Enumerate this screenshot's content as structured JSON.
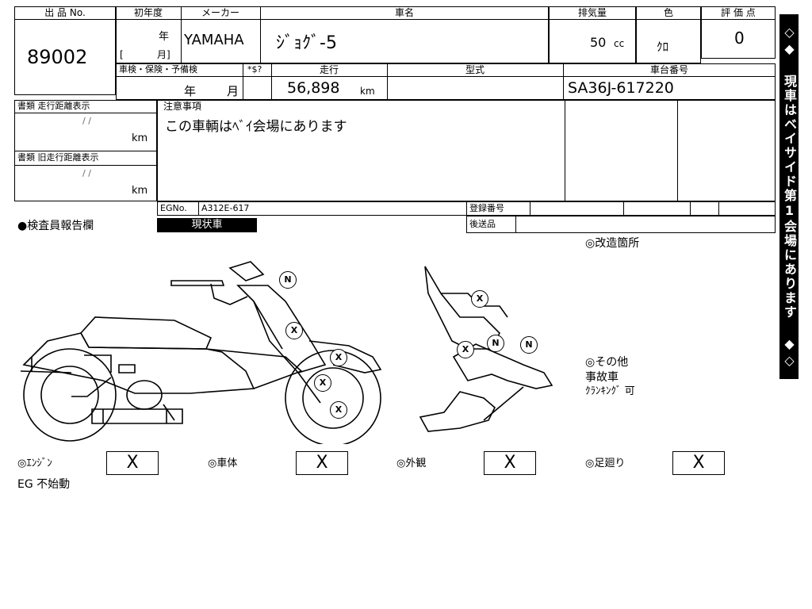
{
  "header": {
    "lot_no_label": "出 品 No.",
    "first_year_label": "初年度",
    "maker_label": "メーカー",
    "car_name_label": "車名",
    "displacement_label": "排気量",
    "color_label": "色",
    "score_label": "評 価 点",
    "inspection_label": "車検・保険・予備検",
    "price_label": "*$?",
    "mileage_label": "走行",
    "model_label": "型式",
    "chassis_label": "車台番号"
  },
  "values": {
    "lot_no": "89002",
    "year_label": "年",
    "month_label": "月]",
    "bracket_open": "[",
    "maker": "YAMAHA",
    "car_name": "ｼﾞｮｸﾞ-5",
    "displacement": "50",
    "displacement_unit": "cc",
    "color": "ｸﾛ",
    "score": "0",
    "inspection_year": "年",
    "inspection_month": "月",
    "mileage": "56,898",
    "mileage_unit": "km",
    "chassis": "SA36J-617220"
  },
  "docs": {
    "doc1_label": "書類 走行距離表示",
    "doc1_slashes": "/ /",
    "doc1_unit": "km",
    "doc2_label": "書類 旧走行距離表示",
    "doc2_slashes": "/ /",
    "doc2_unit": "km"
  },
  "notes": {
    "label": "注意事項",
    "text": "この車輌はﾍﾞｲ会場にあります"
  },
  "engine_row": {
    "eg_label": "EGNo.",
    "eg_value": "A312E-617",
    "reg_label": "登録番号",
    "ship_label": "後送品"
  },
  "inspector": {
    "title": "●検査員報告欄",
    "current_state": "現状車",
    "modified_label": "◎改造箇所",
    "other_label": "◎その他",
    "other_line1": "事故車",
    "other_line2": "ｸﾗﾝｷﾝｸﾞ 可"
  },
  "marks": {
    "n": "N",
    "x": "X"
  },
  "ratings": [
    {
      "label": "◎ｴﾝｼﾞﾝ",
      "value": "X"
    },
    {
      "label": "◎車体",
      "value": "X"
    },
    {
      "label": "◎外観",
      "value": "X"
    },
    {
      "label": "◎足廻り",
      "value": "X"
    }
  ],
  "footer_note": "EG 不始動",
  "sidebar_text": "◇◆ 現車はベイサイド第1会場にあります ◆◇"
}
